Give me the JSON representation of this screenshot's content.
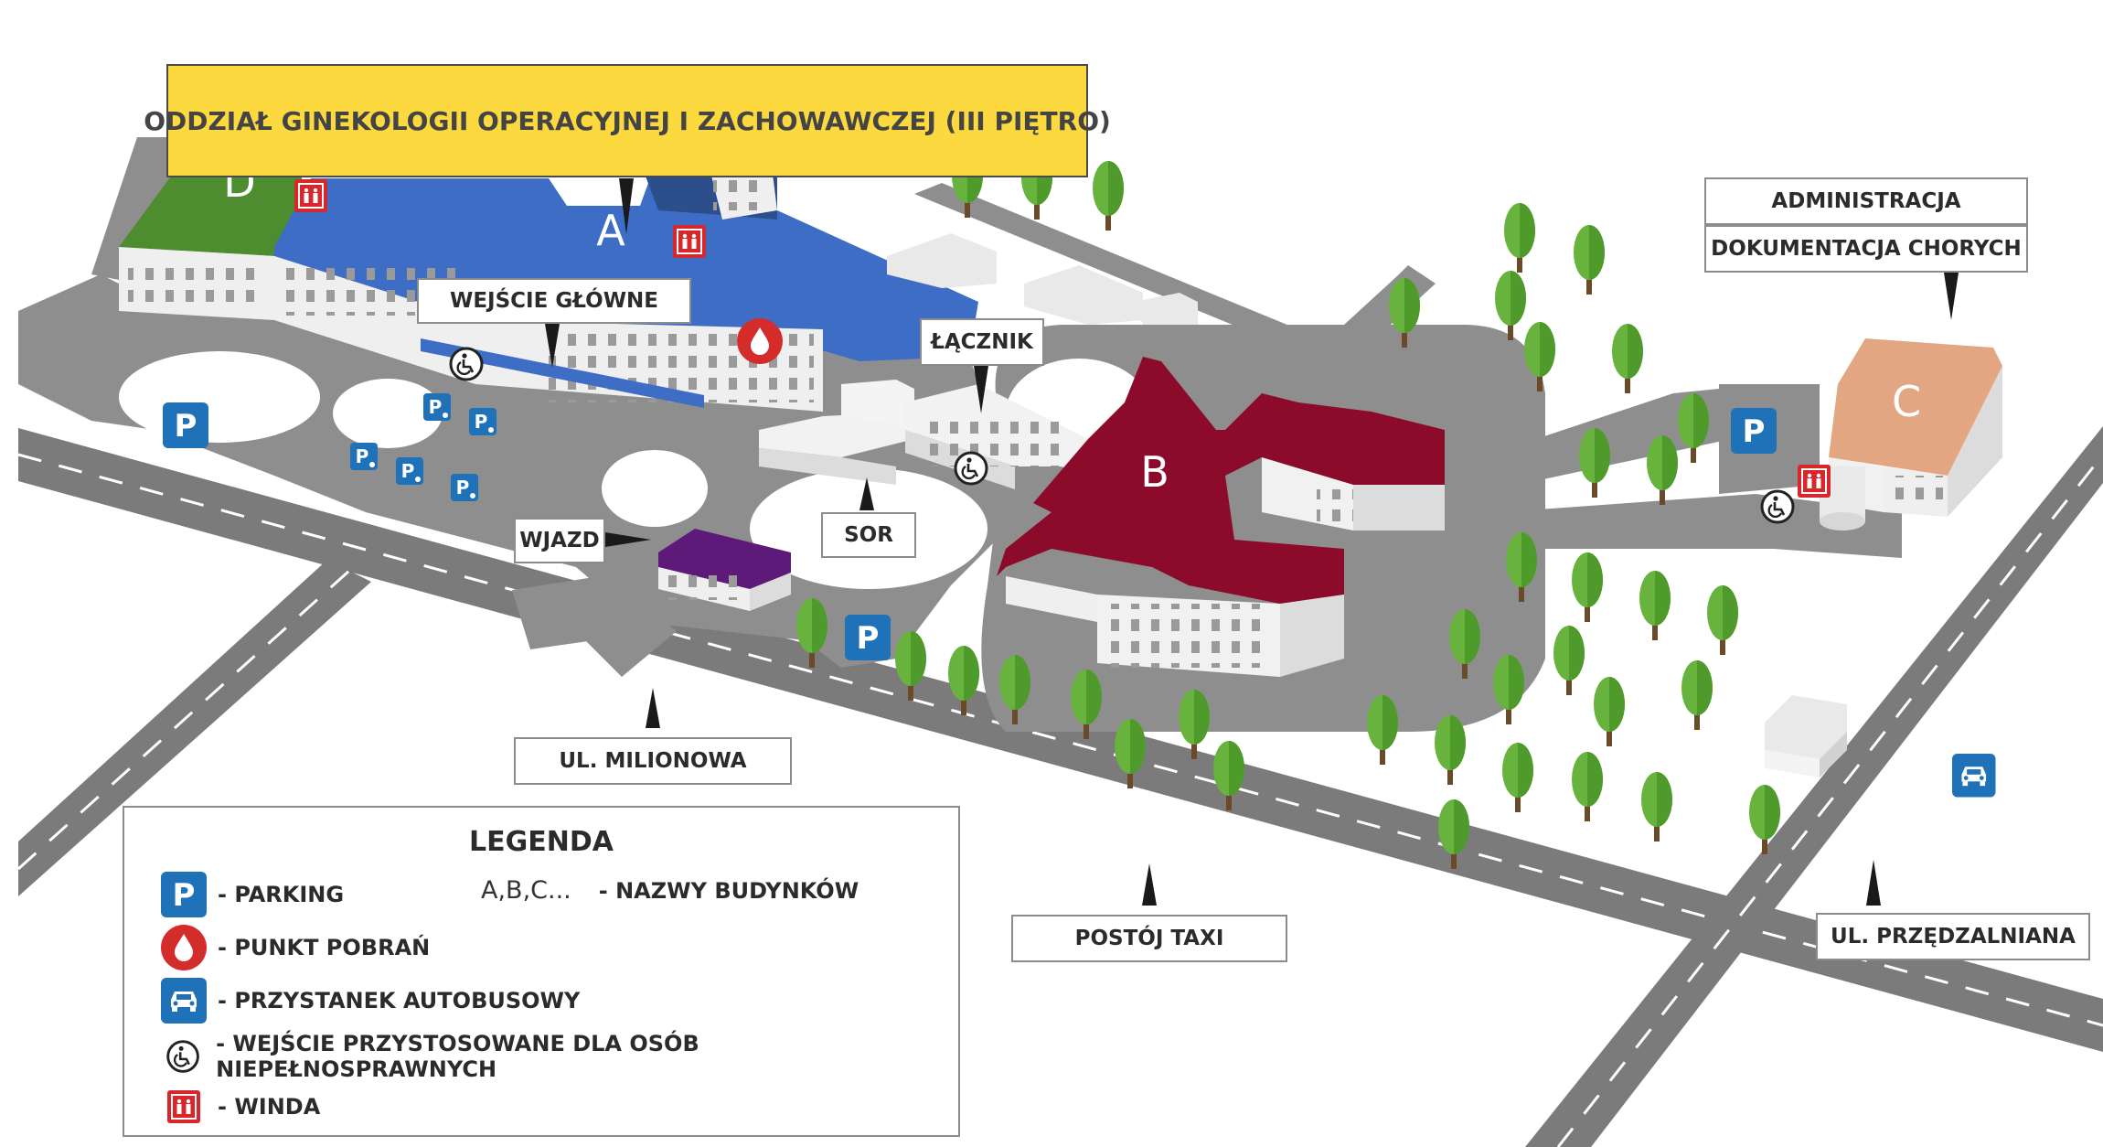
{
  "colors": {
    "road": "#7b7b7b",
    "lane": "#ffffff",
    "paved_area": "#9a9a9a",
    "building_A": "#3d6dc4",
    "building_B": "#8c0a2a",
    "building_C": "#e3a683",
    "building_D": "#4d8c2f",
    "building_grey": "#e9e9e9",
    "tree": "#67b33d",
    "parking": "#1f71b8",
    "punkt_pobran": "#d42b2b",
    "winda": "#d8262a",
    "banner": "#fcd93e",
    "sor_roof": "#5e1a78"
  },
  "banner": {
    "text": "ODDZIAŁ GINEKOLOGII OPERACYJNEJ I ZACHOWAWCZEJ (III PIĘTRO)"
  },
  "buildings": {
    "A": "A",
    "B": "B",
    "C": "C",
    "D": "D"
  },
  "labels": {
    "wejscie_glowne": "WEJŚCIE GŁÓWNE",
    "lacznik": "ŁĄCZNIK",
    "wjazd": "WJAZD",
    "sor": "SOR",
    "ul_milionowa": "UL. MILIONOWA",
    "postoj_taxi": "POSTÓJ TAXI",
    "ul_przedzalniana": "UL. PRZĘDZALNIANA",
    "administracja": "ADMINISTRACJA",
    "dokumentacja": "DOKUMENTACJA CHORYCH"
  },
  "map_icons": [
    "parking-icon",
    "small-parking-icon",
    "wheelchair-icon",
    "blood-drop-icon",
    "elevator-icon",
    "bus-icon",
    "tree-icon"
  ],
  "legend": {
    "title": "LEGENDA",
    "items": [
      {
        "icon": "parking-icon",
        "label": "- PARKING"
      },
      {
        "icon": "blood-drop-icon",
        "label": "- PUNKT POBRAŃ"
      },
      {
        "icon": "bus-icon",
        "label": "- PRZYSTANEK AUTOBUSOWY"
      },
      {
        "icon": "wheelchair-icon",
        "label": "- WEJŚCIE PRZYSTOSOWANE DLA OSÓB NIEPEŁNOSPRAWNYCH"
      },
      {
        "icon": "elevator-icon",
        "label": "- WINDA"
      }
    ],
    "abc_letters": "A,B,C...",
    "abc_label": "- NAZWY BUDYNKÓW"
  }
}
